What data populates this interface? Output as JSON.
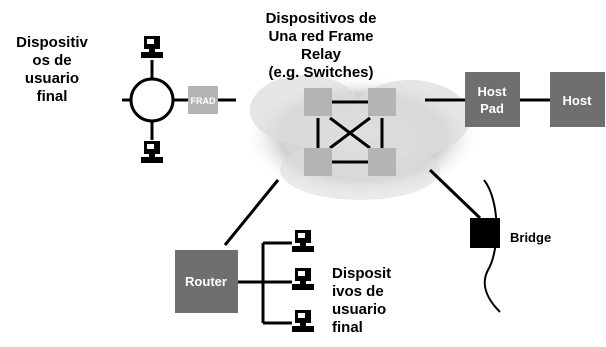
{
  "labels": {
    "end_user_left": [
      "Dispositiv",
      "os de",
      "usuario",
      "final"
    ],
    "frame_relay": [
      "Dispositivos de",
      "Una red Frame",
      "Relay",
      "(e.g. Switches)"
    ],
    "end_user_bottom": [
      "Disposit",
      "ivos de",
      "usuario",
      "final"
    ]
  },
  "nodes": {
    "frad": "FRAD",
    "host_pad": [
      "Host",
      "Pad"
    ],
    "host": "Host",
    "bridge": "Bridge",
    "router": "Router",
    "pc": "PC"
  },
  "colors": {
    "dark_box": "#6f6f6f",
    "light_box": "#b4b4b4",
    "cloud": "#c9c9c9",
    "line": "#000000",
    "bridge_box": "#000000"
  }
}
